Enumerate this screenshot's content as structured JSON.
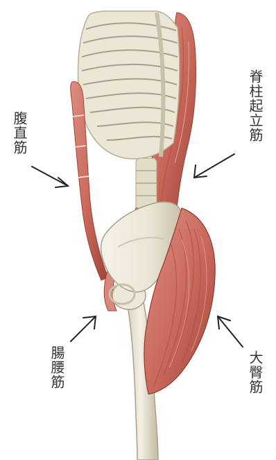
{
  "labels": {
    "rectus_abdominis": "腹直筋",
    "erector_spinae": "脊柱起立筋",
    "iliopsoas": "腸腰筋",
    "gluteus_maximus": "大臀筋"
  },
  "colors": {
    "background": "#ffffff",
    "bone": "#ece6d6",
    "bone_shadow": "#c9c0ab",
    "muscle": "#c8685a",
    "muscle_dark": "#9e4336",
    "muscle_light": "#dc8e80",
    "label_text": "#333333",
    "arrow": "#222222"
  }
}
